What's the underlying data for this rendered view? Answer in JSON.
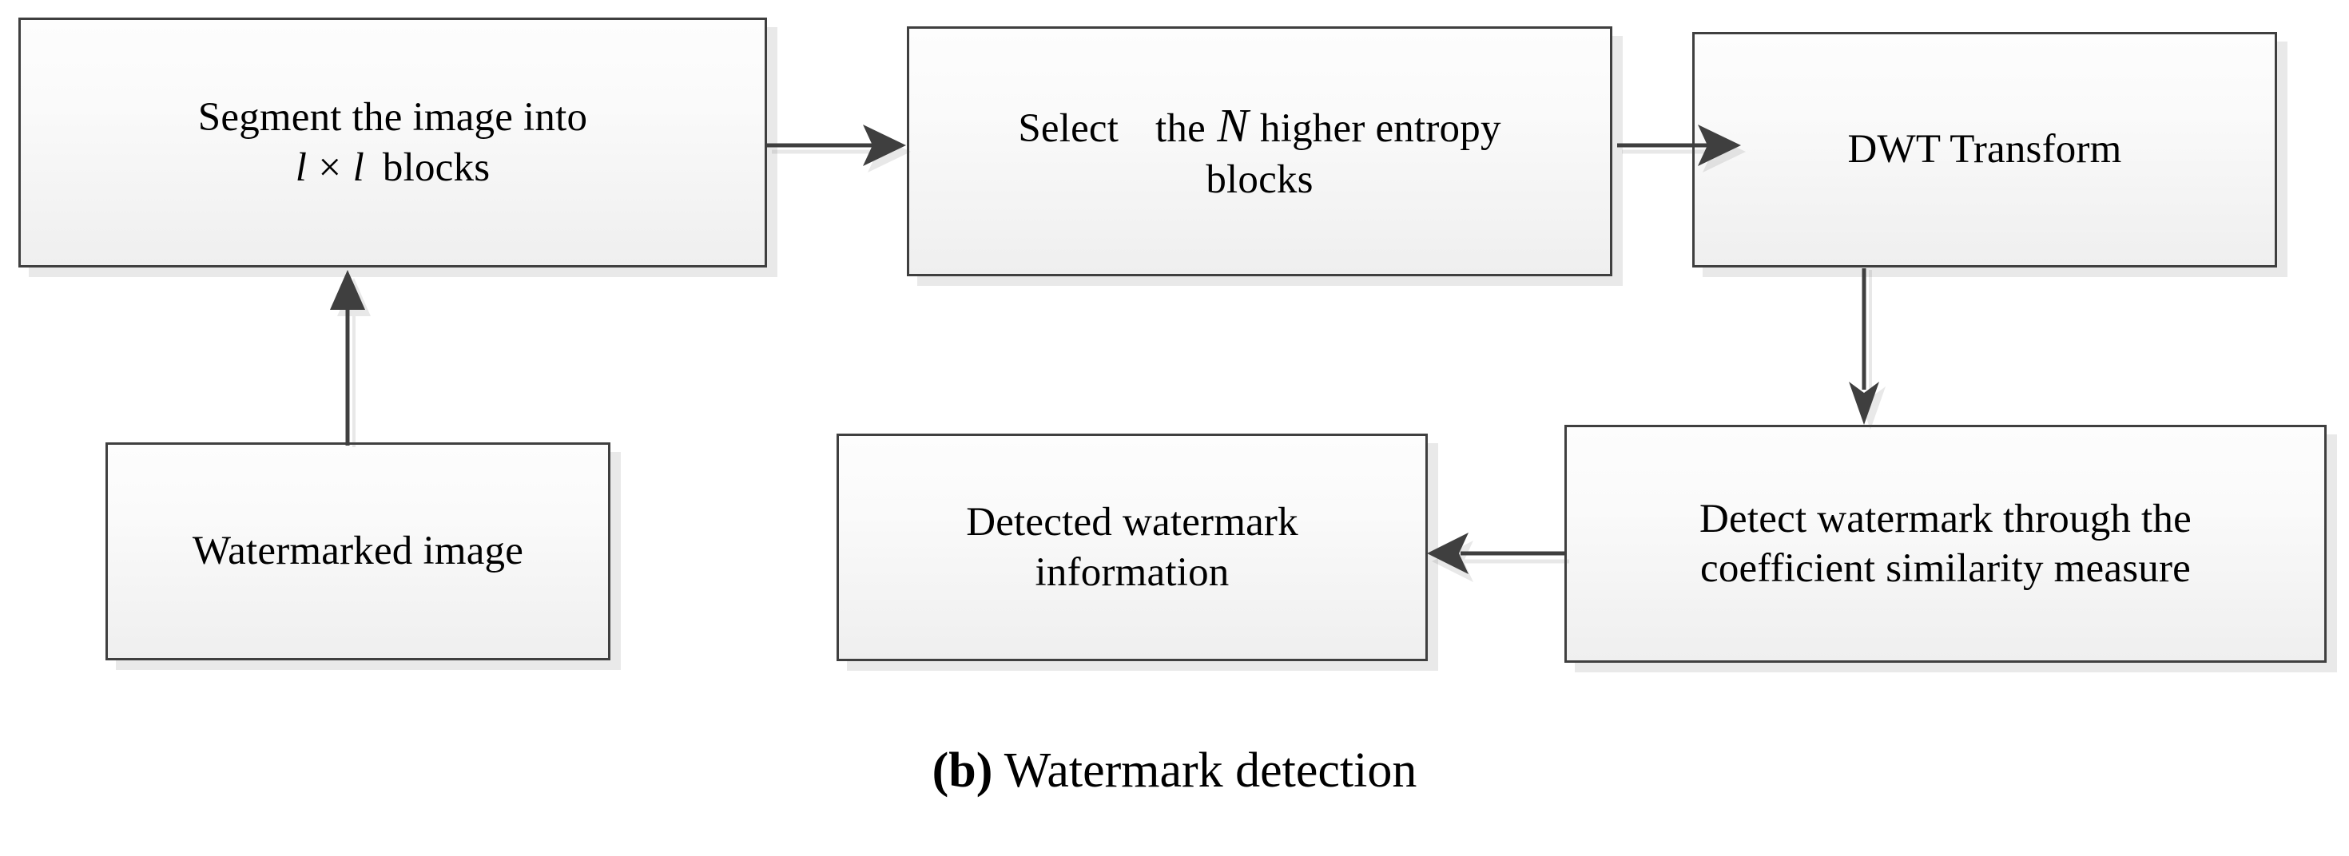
{
  "diagram": {
    "caption_prefix": "(b)",
    "caption_text": " Watermark detection",
    "colors": {
      "box_border": "#3f3f3f",
      "box_fill_top": "#fdfdfd",
      "box_fill_bottom": "#efefef",
      "shadow": "#e6e6e6",
      "arrow": "#3f3f3f",
      "text": "#000000",
      "background": "#ffffff"
    },
    "nodes": [
      {
        "id": "segment-blocks",
        "line1": "Segment the image into",
        "line2_math_left": "l",
        "line2_math_op": "×",
        "line2_math_right": "l",
        "line2_tail": "blocks"
      },
      {
        "id": "select-entropy-blocks",
        "line1_a": "Select",
        "line1_b": "the",
        "line1_sym": "N",
        "line1_c": "higher entropy",
        "line2": "blocks"
      },
      {
        "id": "dwt-transform",
        "label": "DWT Transform"
      },
      {
        "id": "detect-watermark",
        "line1": "Detect watermark through the",
        "line2": "coefficient similarity measure"
      },
      {
        "id": "detected-watermark-info",
        "line1": "Detected watermark",
        "line2": "information"
      },
      {
        "id": "watermarked-image",
        "label": "Watermarked image"
      }
    ],
    "connectors": [
      {
        "id": "watermarked-to-segment",
        "direction": "up"
      },
      {
        "id": "segment-to-select",
        "direction": "right"
      },
      {
        "id": "select-to-dwt",
        "direction": "right"
      },
      {
        "id": "dwt-to-detect",
        "direction": "down"
      },
      {
        "id": "detect-to-detected-info",
        "direction": "left"
      }
    ]
  }
}
